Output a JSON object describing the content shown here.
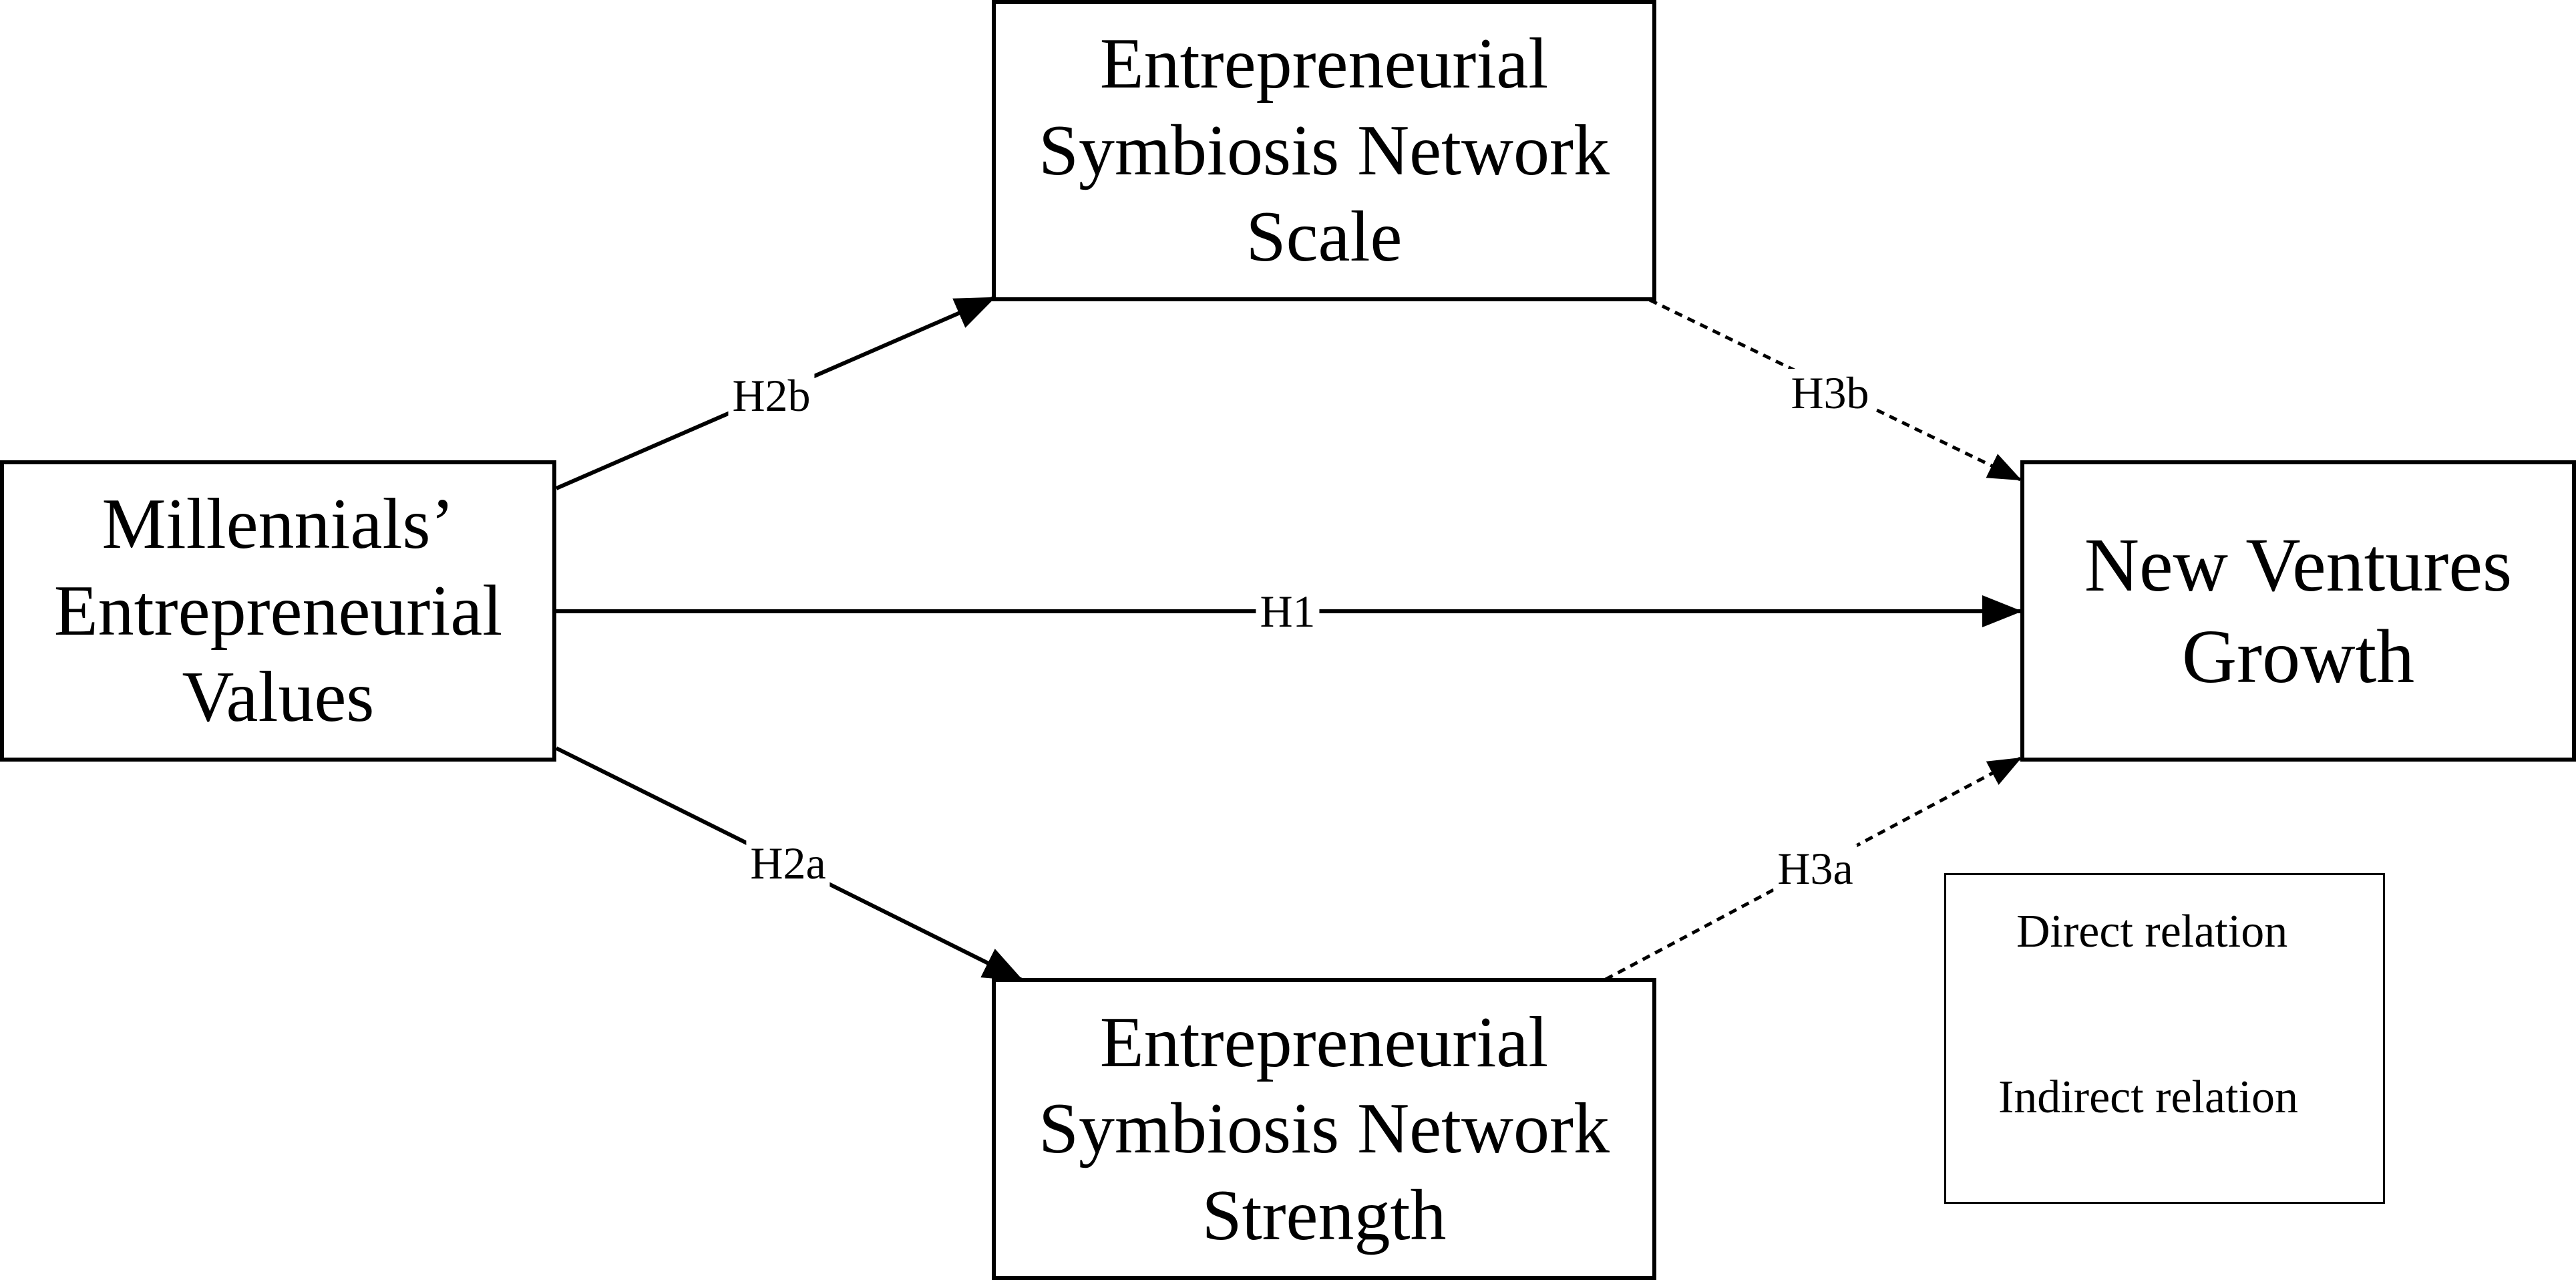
{
  "nodes": {
    "values": [
      "Millennials’",
      "Entrepreneurial",
      "Values"
    ],
    "scale": [
      "Entrepreneurial",
      "Symbiosis Network",
      "Scale"
    ],
    "strength": [
      "Entrepreneurial",
      "Symbiosis Network",
      "Strength"
    ],
    "growth": [
      "New Ventures",
      "Growth"
    ]
  },
  "edges": {
    "h1": "H1",
    "h2a": "H2a",
    "h2b": "H2b",
    "h3a": "H3a",
    "h3b": "H3b"
  },
  "legend": {
    "direct": "Direct relation",
    "indirect": "Indirect relation"
  }
}
